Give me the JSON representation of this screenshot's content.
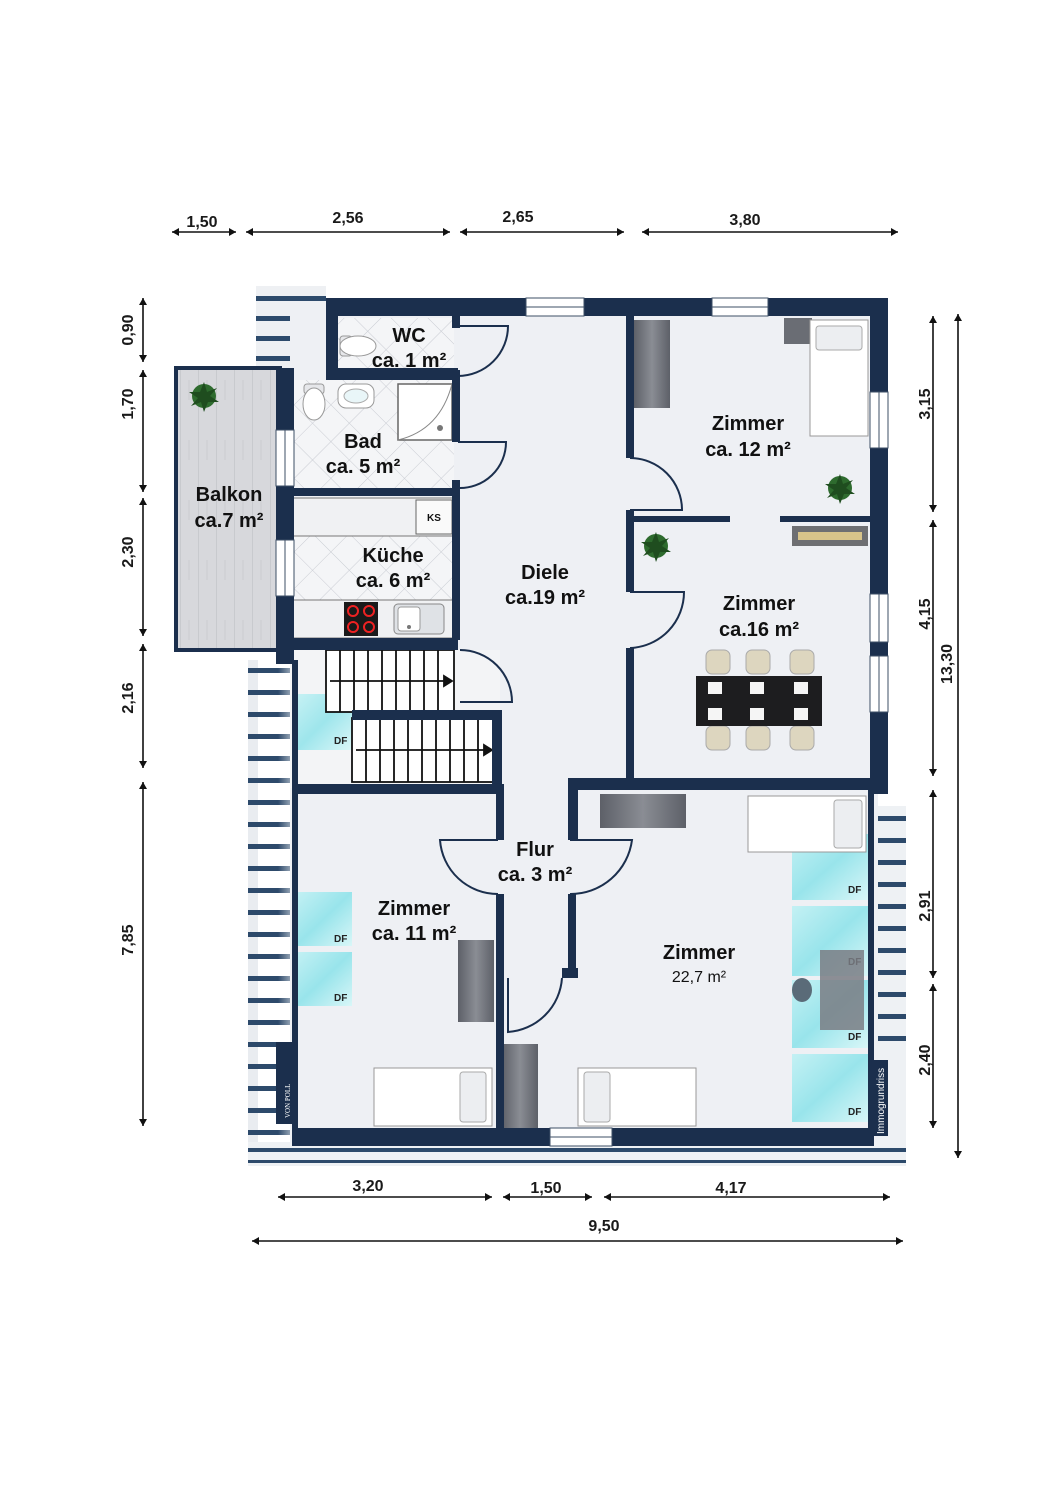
{
  "plan": {
    "rooms": [
      {
        "id": "wc",
        "name": "WC",
        "area": "ca. 1 m²"
      },
      {
        "id": "bad",
        "name": "Bad",
        "area": "ca. 5 m²"
      },
      {
        "id": "balkon",
        "name": "Balkon",
        "area": "ca.7 m²"
      },
      {
        "id": "kueche",
        "name": "Küche",
        "area": "ca. 6 m²"
      },
      {
        "id": "diele",
        "name": "Diele",
        "area": "ca.19 m²"
      },
      {
        "id": "zimmer12",
        "name": "Zimmer",
        "area": "ca. 12 m²"
      },
      {
        "id": "zimmer16",
        "name": "Zimmer",
        "area": "ca.16 m²"
      },
      {
        "id": "flur",
        "name": "Flur",
        "area": "ca. 3 m²"
      },
      {
        "id": "zimmer11",
        "name": "Zimmer",
        "area": "ca. 11 m²"
      },
      {
        "id": "zimmer227",
        "name": "Zimmer",
        "area": "22,7 m²"
      }
    ],
    "dimensions": {
      "top": [
        "1,50",
        "2,56",
        "2,65",
        "3,80"
      ],
      "left": [
        "0,90",
        "1,70",
        "2,30",
        "2,16",
        "7,85"
      ],
      "right_inner": [
        "3,15",
        "4,15",
        "2,91",
        "2,40"
      ],
      "right_total": "13,30",
      "bottom": [
        "3,20",
        "1,50",
        "4,17"
      ],
      "bottom_total": "9,50"
    },
    "skylight_label": "DF",
    "fridge_label": "KS",
    "credit": "Immogrundriss",
    "logo": "VON POLL"
  }
}
